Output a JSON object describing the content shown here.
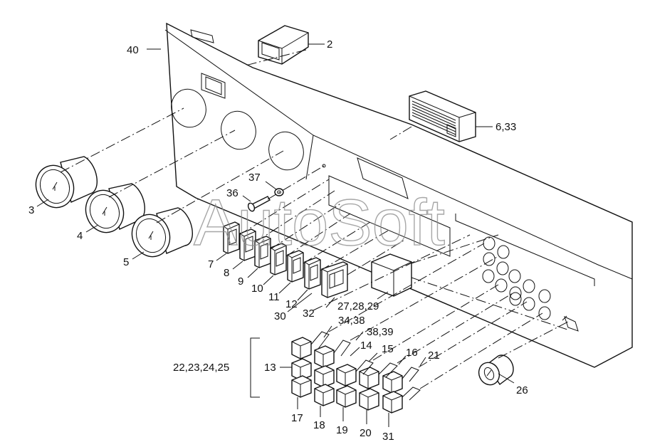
{
  "watermark": "AutoSoft",
  "labels": {
    "l40": "40",
    "l2": "2",
    "l633": "6,33",
    "l37": "37",
    "l36": "36",
    "l3": "3",
    "l4": "4",
    "l5": "5",
    "l7": "7",
    "l8": "8",
    "l9": "9",
    "l10": "10",
    "l11": "11",
    "l12": "12",
    "l30": "30",
    "l32": "32",
    "l272829": "27,28,29",
    "l3438": "34,38",
    "l3839": "38,39",
    "l14": "14",
    "l15": "15",
    "l16": "16",
    "l21": "21",
    "l13": "13",
    "l22to25": "22,23,24,25",
    "l26": "26",
    "l17": "17",
    "l18": "18",
    "l19": "19",
    "l20": "20",
    "l31": "31"
  }
}
